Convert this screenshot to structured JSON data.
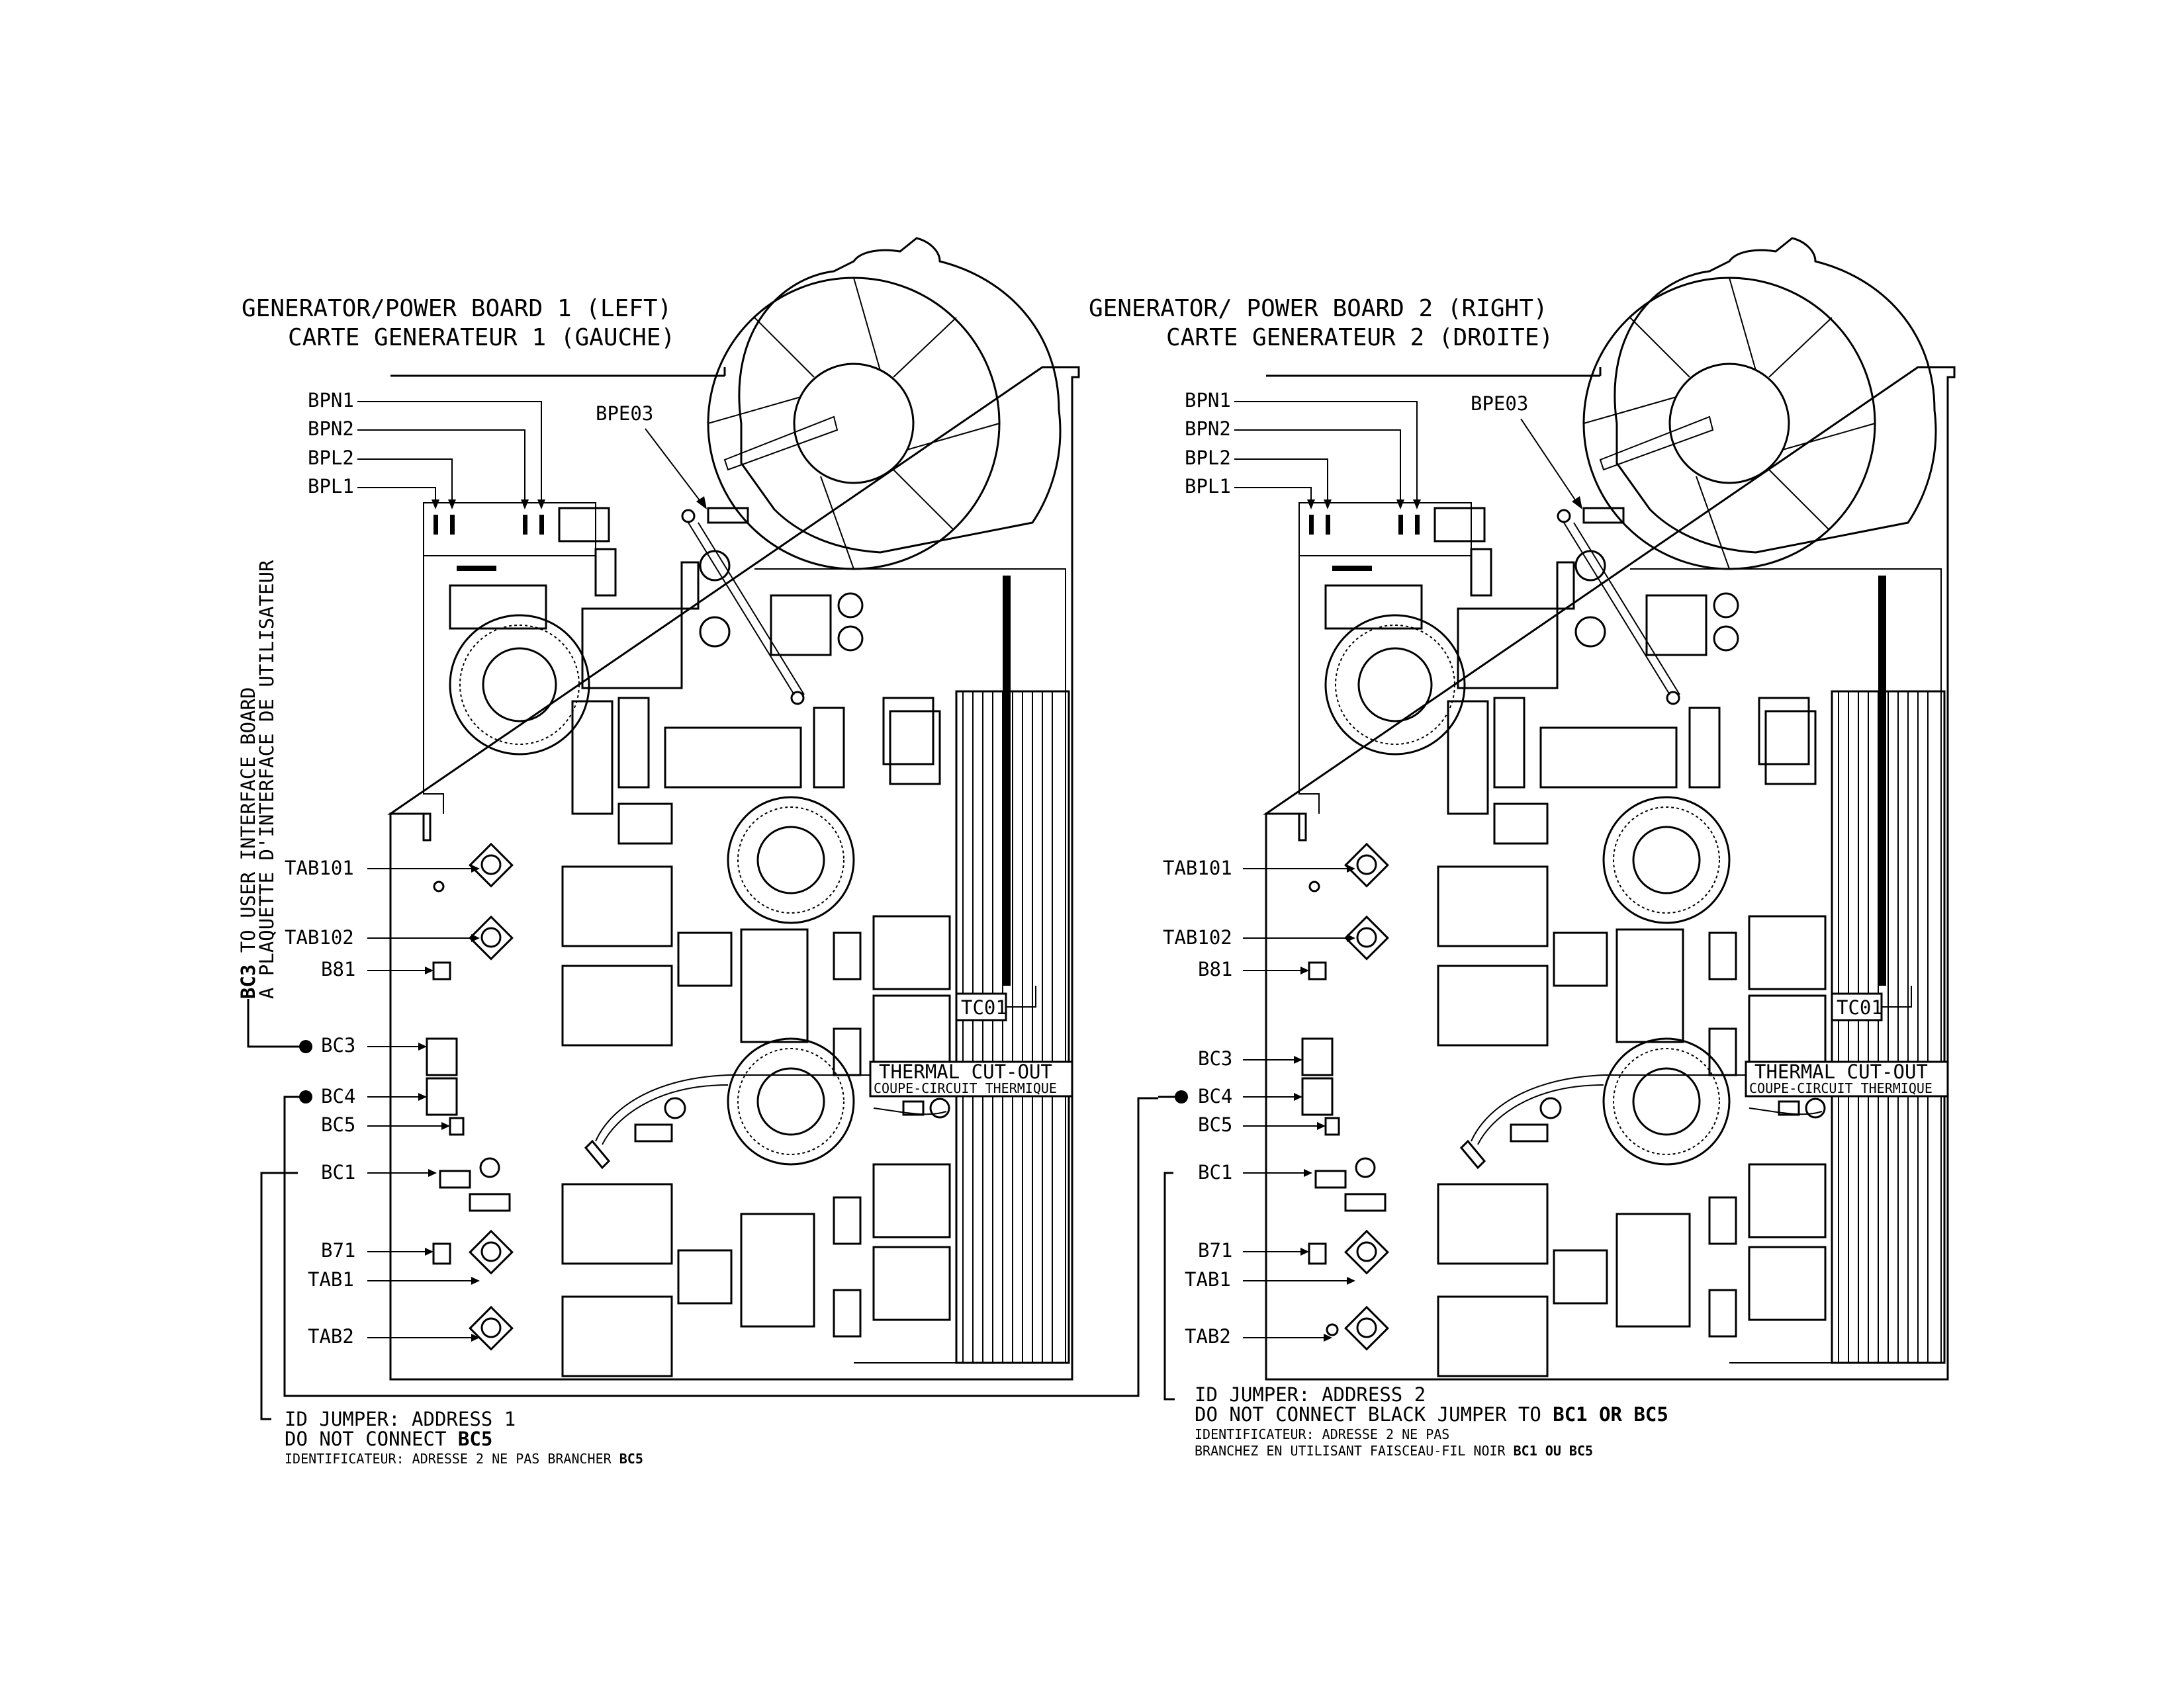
{
  "boards": [
    {
      "title_en": "GENERATOR/POWER BOARD 1 (LEFT)",
      "title_fr": "CARTE GENERATEUR 1 (GAUCHE)",
      "labels": {
        "bpn1": "BPN1",
        "bpn2": "BPN2",
        "bpl2": "BPL2",
        "bpl1": "BPL1",
        "bpe03": "BPE03",
        "tab101": "TAB101",
        "tab102": "TAB102",
        "b81": "B81",
        "bc3": "BC3",
        "bc4": "BC4",
        "bc5": "BC5",
        "bc1": "BC1",
        "b71": "B71",
        "tab1": "TAB1",
        "tab2": "TAB2",
        "tc01": "TC01"
      },
      "thermal_en": "THERMAL CUT-OUT",
      "thermal_fr": "COUPE-CIRCUIT THERMIQUE",
      "note_line1": "ID JUMPER: ADDRESS 1",
      "note_line2_pre": "DO NOT CONNECT ",
      "note_line2_bold": "BC5",
      "note_line3_pre": "IDENTIFICATEUR: ADRESSE 2 NE PAS BRANCHER ",
      "note_line3_bold": "BC5"
    },
    {
      "title_en": "GENERATOR/ POWER BOARD 2 (RIGHT)",
      "title_fr": "CARTE GENERATEUR 2 (DROITE)",
      "labels": {
        "bpn1": "BPN1",
        "bpn2": "BPN2",
        "bpl2": "BPL2",
        "bpl1": "BPL1",
        "bpe03": "BPE03",
        "tab101": "TAB101",
        "tab102": "TAB102",
        "b81": "B81",
        "bc3": "BC3",
        "bc4": "BC4",
        "bc5": "BC5",
        "bc1": "BC1",
        "b71": "B71",
        "tab1": "TAB1",
        "tab2": "TAB2",
        "tc01": "TC01"
      },
      "thermal_en": "THERMAL CUT-OUT",
      "thermal_fr": "COUPE-CIRCUIT THERMIQUE",
      "note_line1": "ID JUMPER: ADDRESS 2",
      "note_line2_pre": "DO NOT CONNECT BLACK JUMPER TO ",
      "note_line2_bold": "BC1 OR BC5",
      "note_line3": "IDENTIFICATEUR: ADRESSE 2 NE PAS",
      "note_line4_pre": "BRANCHEZ EN UTILISANT FAISCEAU-FIL NOIR ",
      "note_line4_bold": "BC1 OU BC5"
    }
  ],
  "side_label": {
    "line1_bold": "BC3",
    "line1_rest": " TO USER INTERFACE BOARD",
    "line2": "A PLAQUETTE D'INTERFACE DE UTILISATEUR"
  }
}
